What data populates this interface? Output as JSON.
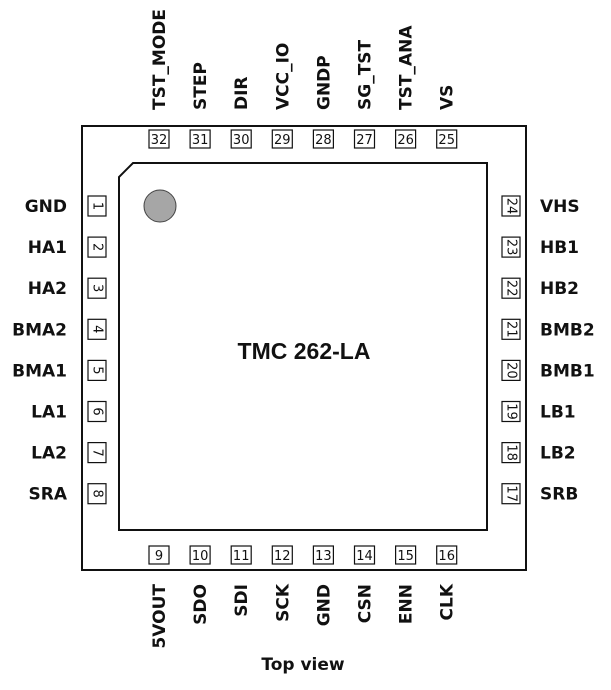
{
  "chip_name": "TMC 262-LA",
  "view_label": "Top view",
  "pins": {
    "left": [
      {
        "num": "1",
        "name": "GND"
      },
      {
        "num": "2",
        "name": "HA1"
      },
      {
        "num": "3",
        "name": "HA2"
      },
      {
        "num": "4",
        "name": "BMA2"
      },
      {
        "num": "5",
        "name": "BMA1"
      },
      {
        "num": "6",
        "name": "LA1"
      },
      {
        "num": "7",
        "name": "LA2"
      },
      {
        "num": "8",
        "name": "SRA"
      }
    ],
    "bottom": [
      {
        "num": "9",
        "name": "5VOUT"
      },
      {
        "num": "10",
        "name": "SDO"
      },
      {
        "num": "11",
        "name": "SDI"
      },
      {
        "num": "12",
        "name": "SCK"
      },
      {
        "num": "13",
        "name": "GND"
      },
      {
        "num": "14",
        "name": "CSN"
      },
      {
        "num": "15",
        "name": "ENN"
      },
      {
        "num": "16",
        "name": "CLK"
      }
    ],
    "right": [
      {
        "num": "24",
        "name": "VHS"
      },
      {
        "num": "23",
        "name": "HB1"
      },
      {
        "num": "22",
        "name": "HB2"
      },
      {
        "num": "21",
        "name": "BMB2"
      },
      {
        "num": "20",
        "name": "BMB1"
      },
      {
        "num": "19",
        "name": "LB1"
      },
      {
        "num": "18",
        "name": "LB2"
      },
      {
        "num": "17",
        "name": "SRB"
      }
    ],
    "top": [
      {
        "num": "32",
        "name": "TST_MODE"
      },
      {
        "num": "31",
        "name": "STEP"
      },
      {
        "num": "30",
        "name": "DIR"
      },
      {
        "num": "29",
        "name": "VCC_IO"
      },
      {
        "num": "28",
        "name": "GNDP"
      },
      {
        "num": "27",
        "name": "SG_TST"
      },
      {
        "num": "26",
        "name": "TST_ANA"
      },
      {
        "num": "25",
        "name": "VS"
      }
    ]
  },
  "colors": {
    "outline": "#111111",
    "pin1_marker": "#a6a6a6"
  }
}
